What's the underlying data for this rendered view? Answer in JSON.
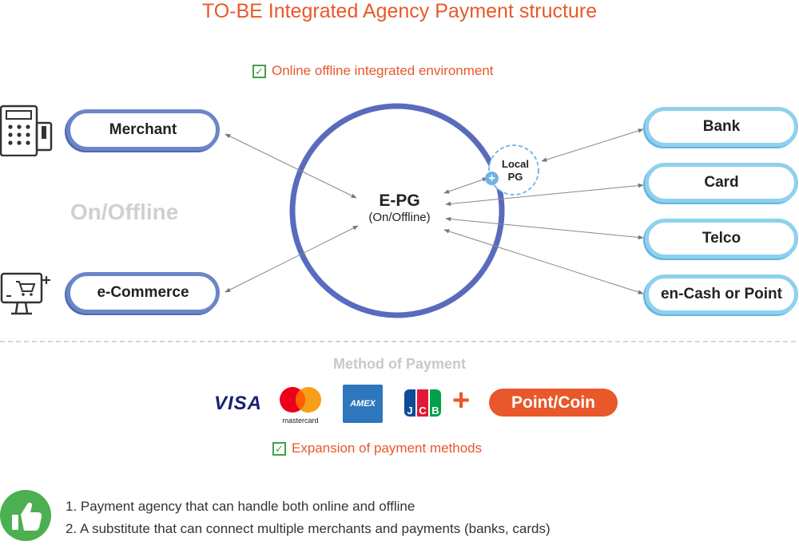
{
  "title": "TO-BE  Integrated Agency Payment structure",
  "environment_check": "Online offline integrated environment",
  "left_nodes": {
    "merchant": "Merchant",
    "ecommerce": "e-Commerce"
  },
  "onoff_label": "On/Offline",
  "center": {
    "name": "E-PG",
    "sub": "(On/Offline)"
  },
  "local_pg": {
    "line1": "Local",
    "line2": "PG"
  },
  "right_nodes": {
    "bank": "Bank",
    "card": "Card",
    "telco": "Telco",
    "ecash": "en-Cash or Point"
  },
  "payment": {
    "title": "Method of Payment",
    "visa": "VISA",
    "mastercard": "mastercard",
    "amex": "AMEX",
    "jcb": [
      "J",
      "C",
      "B"
    ],
    "plus": "+",
    "pointcoin": "Point/Coin"
  },
  "expansion_check": "Expansion of payment methods",
  "notes": [
    "1. Payment agency that can handle both online and offline",
    "2. A substitute that can connect multiple merchants and payments (banks, cards)"
  ],
  "icons": {
    "pos_terminal": "pos-terminal-icon",
    "ecommerce_monitor": "shopping-cart-monitor-icon",
    "thumbs_up": "thumbs-up-icon",
    "checkbox": "check-icon"
  },
  "colors": {
    "accent_orange": "#e8582a",
    "circle_blue": "#5a6bbd",
    "left_pill_border": "#6b86c8",
    "right_pill_border": "#8fd0ee",
    "check_green": "#43a047"
  }
}
